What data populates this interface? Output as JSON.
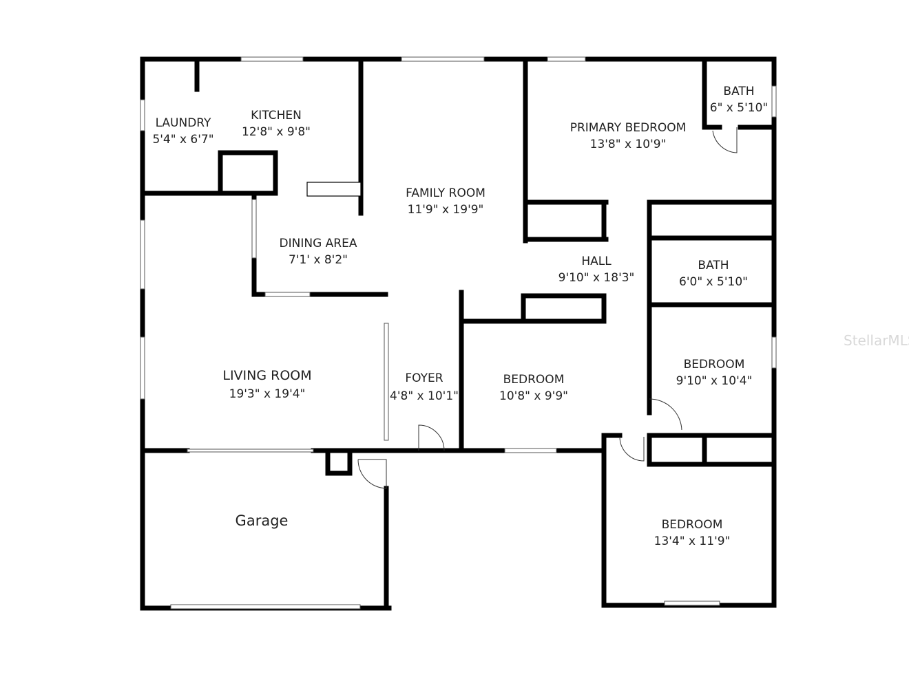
{
  "rooms": [
    {
      "name": "LAUNDRY",
      "size": "5'4\" x 6'7\""
    },
    {
      "name": "KITCHEN",
      "size": "12'8\" x 9'8\""
    },
    {
      "name": "FAMILY ROOM",
      "size": "11'9\" x 19'9\""
    },
    {
      "name": "PRIMARY BEDROOM",
      "size": "13'8\" x 10'9\""
    },
    {
      "name": "BATH",
      "size": "6\" x 5'10\""
    },
    {
      "name": "DINING AREA",
      "size": "7'1' x 8'2\""
    },
    {
      "name": "HALL",
      "size": "9'10\" x 18'3\""
    },
    {
      "name": "BATH",
      "size": "6'0\" x 5'10\""
    },
    {
      "name": "LIVING ROOM",
      "size": "19'3\" x 19'4\""
    },
    {
      "name": "FOYER",
      "size": "4'8\" x 10'1\""
    },
    {
      "name": "BEDROOM",
      "size": "10'8\" x 9'9\""
    },
    {
      "name": "BEDROOM",
      "size": "9'10\" x 10'4\""
    },
    {
      "name": "BEDROOM",
      "size": "13'4\" x 11'9\""
    },
    {
      "name": "Garage",
      "size": ""
    }
  ],
  "watermark": "StellarMLS"
}
